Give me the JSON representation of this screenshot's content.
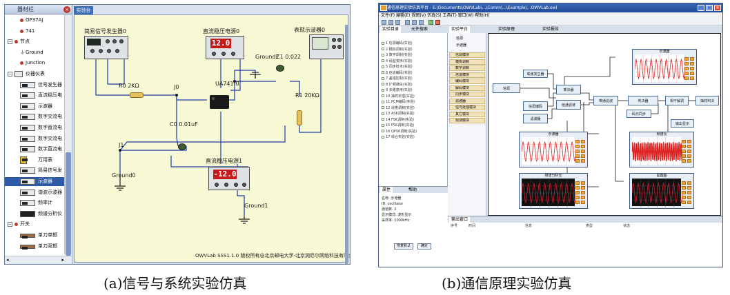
{
  "captions": {
    "a": "(a)信号与系统实验仿真",
    "b": "(b)通信原理实验仿真"
  },
  "panel_a": {
    "tree_header": "器材栏",
    "tab": "实验台",
    "tree_items": [
      {
        "label": "OP37AJ",
        "kind": "dot",
        "indent": 22
      },
      {
        "label": "741",
        "kind": "dot",
        "indent": 22
      },
      {
        "label": "节点",
        "kind": "group",
        "indent": 4
      },
      {
        "label": "Ground",
        "kind": "ground",
        "indent": 22
      },
      {
        "label": "Junction",
        "kind": "dot",
        "indent": 22
      },
      {
        "label": "仪器仪表",
        "kind": "group-dev",
        "indent": 4
      },
      {
        "label": "信号发生器",
        "kind": "dev",
        "indent": 22
      },
      {
        "label": "直流稳压电",
        "kind": "dev",
        "indent": 22
      },
      {
        "label": "示波器",
        "kind": "dev",
        "indent": 22
      },
      {
        "label": "数字交流电",
        "kind": "dev",
        "indent": 22
      },
      {
        "label": "数字直流电",
        "kind": "dev",
        "indent": 22
      },
      {
        "label": "数字交流电",
        "kind": "dev",
        "indent": 22
      },
      {
        "label": "数字直流电",
        "kind": "dev",
        "indent": 22
      },
      {
        "label": "万用表",
        "kind": "meter",
        "indent": 22
      },
      {
        "label": "简易信号发",
        "kind": "dev",
        "indent": 22
      },
      {
        "label": "示波器",
        "kind": "dev-sel",
        "indent": 22
      },
      {
        "label": "谐波示波器",
        "kind": "dev",
        "indent": 22
      },
      {
        "label": "频率计",
        "kind": "dev",
        "indent": 22
      },
      {
        "label": "频谱分析仪",
        "kind": "dev-dark",
        "indent": 22
      },
      {
        "label": "开关",
        "kind": "group",
        "indent": 4
      },
      {
        "label": "单刀单掷",
        "kind": "switch",
        "indent": 22
      },
      {
        "label": "单刀双掷",
        "kind": "switch",
        "indent": 22
      }
    ],
    "components": {
      "signal_gen": "简易信号发生器0",
      "psu0": "直流稳压电源0",
      "psu0_display": "12.0",
      "scope": "表现示波器0",
      "ground2": "Ground2",
      "c1": "C1 0.022",
      "r0": "R0 2KΩ",
      "j0": "J0",
      "ua741": "UA741-0",
      "c0": "C0 0.01uF",
      "r1": "R1 20KΩ",
      "j1": "J1",
      "ground0": "Ground0",
      "psu1": "直流稳压电源1",
      "psu1_display": "-12.0",
      "ground1": "Ground1"
    },
    "footer": "OWVLab SSS1.1.0 版权所有@北京邮电大学-北京润尼尔网络科技有限公司 2007-2011"
  },
  "panel_b": {
    "title": "通信原理实验仿真平台 - E:\\Documents\\OWVLab\\...\\Comm\\...\\Example\\...OWVLab.owl",
    "menu": "文件(F)  编辑(E)  视图(V)  仿真(S)  工具(T)  窗口(W)  帮助(H)",
    "left_tab": "实验目录",
    "left_tab2": "元件搜索",
    "mid_tabs": [
      "实验平台",
      "实验原理",
      "实验报告"
    ],
    "tree_items": [
      "1 信源编码(实验)",
      "2 模拟调制(实验)",
      "3 数字调制(实验)",
      "4 码型变换(实验)",
      "5 同步技术(实验)",
      "6 信道编码(实验)",
      "7 差错控制(实验)",
      "8 扩频通信(实验)",
      "9 多路复用(实验)",
      "10 抽样定理(实验)",
      "11 PCM编码(实验)",
      "12 增量调制(实验)",
      "13 ASK调制(实验)",
      "14 FSK调制(实验)",
      "15 PSK调制(实验)",
      "16 QPSK调制(实验)",
      "17 综合实验(实验)"
    ],
    "palette": {
      "items": [
        "信源",
        "示波器"
      ],
      "sections": [
        "信源模块",
        "模拟调制",
        "数字调制",
        "信道模块",
        "编码模块",
        "解码模块",
        "同步模块",
        "滤波器",
        "信号处理模块",
        "其它模块",
        "观测模块"
      ]
    },
    "blocks": [
      "信源",
      "载波发生器",
      "乘法器",
      "低通滤波",
      "带通滤波",
      "判决器",
      "信源编码",
      "相干解调",
      "抽样判决",
      "滤波器",
      "码元同步",
      "输出显示"
    ],
    "scope_titles": [
      "示波器",
      "示波器",
      "频谱仪",
      "频谱分析仪",
      "星座图"
    ],
    "props_tabs": [
      "属性",
      "帮助"
    ],
    "props_rows": [
      "名称: 示波器",
      "ID: oscillator",
      "通道数: 2",
      "显示模式: 波形显示",
      "采样率: 1000kHz"
    ],
    "props_buttons": [
      "恢复默认",
      "确定"
    ],
    "bottom_tab": "输出窗口",
    "bottom_cols": [
      "序号",
      "时间",
      "信息",
      "类型",
      "状态"
    ]
  },
  "colors": {
    "lcd_red": "#c61a1a",
    "canvas_yellow": "#f7f8d4",
    "wire_blue": "#1f3aa8",
    "title_blue": "#1f4a97"
  }
}
